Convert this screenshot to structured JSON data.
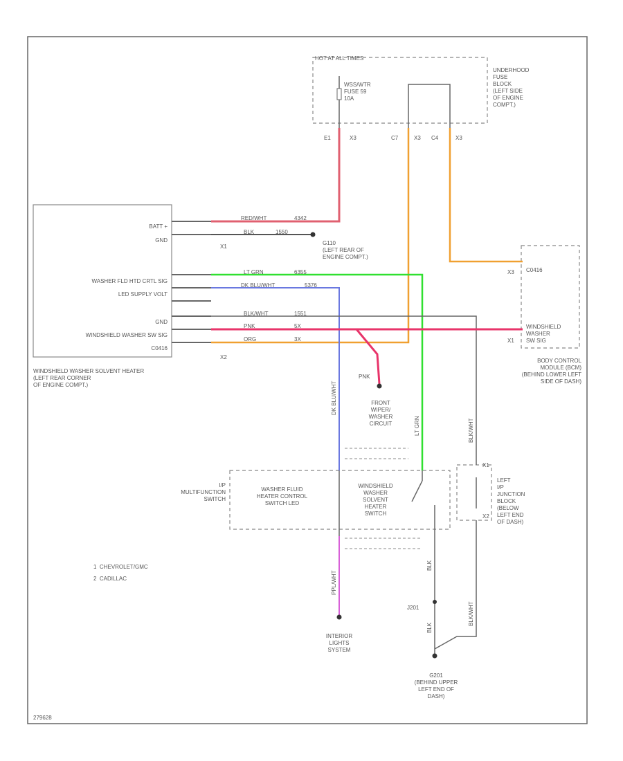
{
  "labels": {
    "hot_at_all_times": "HOT AT ALL TIMES",
    "fuse": "WSS/WTR\nFUSE 59\n10A",
    "underhood_fuse_block": "UNDERHOOD\nFUSE\nBLOCK\n(LEFT SIDE\nOF ENGINE\nCOMPT.)",
    "fuse_pins": [
      "E1",
      "X3",
      "C7",
      "X3",
      "C4",
      "X3"
    ],
    "heater_pins": [
      "BATT +",
      "GND",
      "WASHER FLD HTD CRTL SIG",
      "LED SUPPLY VOLT",
      "GND",
      "WINDSHIELD WASHER SW SIG",
      "C0416"
    ],
    "heater_name": "WINDSHIELD WASHER SOLVENT HEATER\n(LEFT REAR CORNER\nOF ENGINE COMPT.)",
    "g110": "G110\n(LEFT REAR OF\nENGINE COMPT.)",
    "x1": "X1",
    "x2": "X2",
    "bcm_pins": [
      "C0416",
      "WINDSHIELD\nWASHER\nSW SIG"
    ],
    "bcm_conn": [
      "X3",
      "X1"
    ],
    "bcm_name": "BODY CONTROL\nMODULE (BCM)\n(BEHIND LOWER LEFT\nSIDE OF DASH)",
    "pnk_ref": "PNK",
    "front_wiper": "FRONT\nWIPER/\nWASHER\nCIRCUIT",
    "mf_switch": "I/P\nMULTIFUNCTION\nSWITCH",
    "led_label": "WASHER FLUID\nHEATER CONTROL\nSWITCH LED",
    "switch_label": "WINDSHIELD\nWASHER\nSOLVENT\nHEATER\nSWITCH",
    "junction_block": "LEFT\nI/P\nJUNCTION\nBLOCK\n(BELOW\nLEFT END\nOF DASH)",
    "jb_pins": [
      "X1",
      "X2"
    ],
    "notes": [
      "1  CHEVROLET/GMC",
      "2  CADILLAC"
    ],
    "interior_lights": "INTERIOR\nLIGHTS\nSYSTEM",
    "j201": "J201",
    "g201": "G201\n(BEHIND UPPER\nLEFT END OF\nDASH)",
    "figure_id": "279628",
    "wire_labels": {
      "red_wht": "RED/WHT",
      "blk": "BLK",
      "ltgrn": "LT GRN",
      "dkblu_wht": "DK BLU/WHT",
      "blk_wht": "BLK/WHT",
      "pnk": "PNK",
      "org": "ORG",
      "ltgrn_v": "LT GRN",
      "dkblu_v": "DK BLU/WHT",
      "blkwht_v": "BLK/WHT",
      "ppl_v": "PPL/WHT",
      "blk_v": "BLK",
      "blk_v2": "BLK",
      "blkwht_v2": "BLK/WHT"
    },
    "circuits": {
      "c1": "4342",
      "c2": "1550",
      "c3": "6355",
      "c4": "5376",
      "c5": "1551",
      "c6": "5X",
      "c7": "3X"
    }
  },
  "colors": {
    "red": "#e06070",
    "pink": "#e8346a",
    "orange": "#f0a030",
    "green": "#30e030",
    "blue": "#6a78e0",
    "purple": "#d860d8",
    "black": "#555555"
  }
}
